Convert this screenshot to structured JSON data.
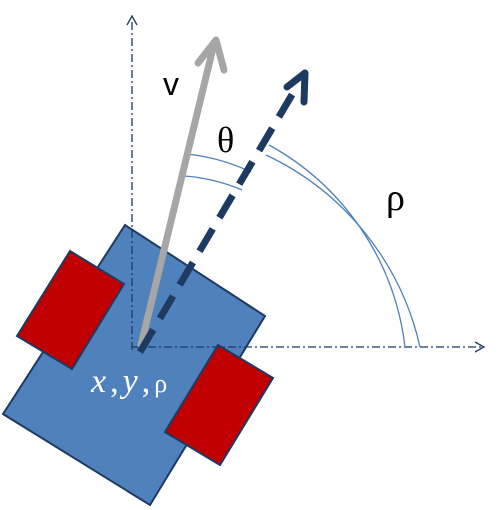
{
  "labels": {
    "velocity": "v",
    "heading_angle": "θ",
    "orientation_angle": "ρ",
    "pose": {
      "x": "x",
      "sep1": ",",
      "y": "y",
      "sep2": ",",
      "rho": "ρ"
    }
  },
  "colors": {
    "robot_body": "#4f81bd",
    "robot_border": "#1f3a60",
    "wheels": "#c00000",
    "velocity_arrow": "#a6a6a6",
    "heading_arrow": "#1f3a60",
    "axes": "#1f3a60",
    "angle_arcs": "#4f81bd",
    "text_dark": "#000000",
    "text_light": "#ffffff"
  },
  "icons": {
    "velocity_arrow": "gray-solid-arrow",
    "heading_arrow": "navy-dashed-arrow",
    "x_axis": "dash-dot-arrow",
    "y_axis": "dash-dot-arrow"
  }
}
